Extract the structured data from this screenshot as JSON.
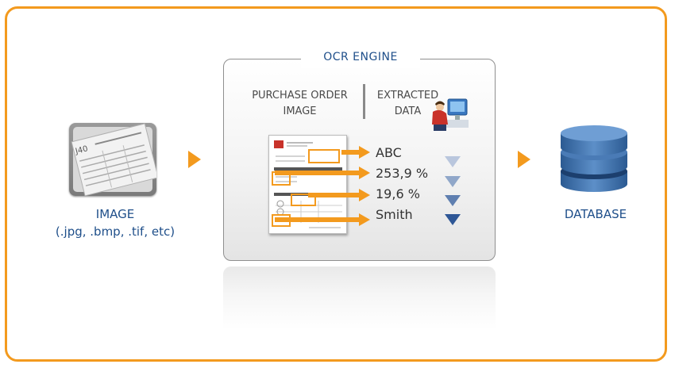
{
  "engine": {
    "title": "OCR ENGINE",
    "col_left": [
      "PURCHASE ORDER",
      "IMAGE"
    ],
    "col_right": [
      "EXTRACTED",
      "DATA"
    ]
  },
  "image": {
    "label": "IMAGE",
    "formats": "(.jpg, .bmp, .tif, etc)"
  },
  "database": {
    "label": "DATABASE"
  },
  "extracted_values": [
    "ABC",
    "253,9 %",
    "19,6 %",
    "Smith"
  ],
  "colors": {
    "accent": "#f39a1e",
    "label_blue": "#1f4f8a",
    "triangle_shades": [
      "#b9c6dd",
      "#90a7c9",
      "#5f7fb0",
      "#2e5796"
    ],
    "db_blue": "#3a6ea8",
    "db_dark": "#1c3f6e"
  },
  "icons": [
    "photo-scan-icon",
    "arrow-right-icon",
    "operator-computer-icon",
    "database-icon",
    "triangle-down-icon"
  ]
}
